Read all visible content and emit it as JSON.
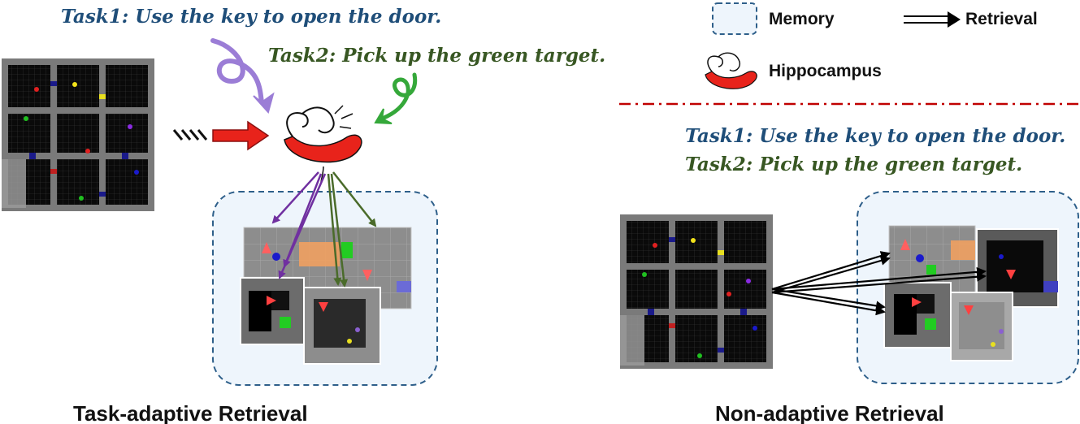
{
  "left_panel": {
    "task1": "Task1: Use the key to open the door.",
    "task2": "Task2: Pick up the green target.",
    "caption": "Task-adaptive Retrieval"
  },
  "right_panel": {
    "task1": "Task1: Use the key to open the door.",
    "task2": "Task2: Pick up the green target.",
    "caption": "Non-adaptive Retrieval"
  },
  "legend": {
    "memory_label": "Memory",
    "retrieval_label": "Retrieval",
    "hippocampus_label": "Hippocampus"
  },
  "colors": {
    "task1": "#1f4e79",
    "task2": "#385723",
    "task1_arrow": "#7030a0",
    "task2_arrow": "#4a6b2a",
    "memory_fill": "#eef5fc",
    "memory_border": "#2e5f8a",
    "divider": "#c00000",
    "hippocampus": "#e8231b"
  }
}
